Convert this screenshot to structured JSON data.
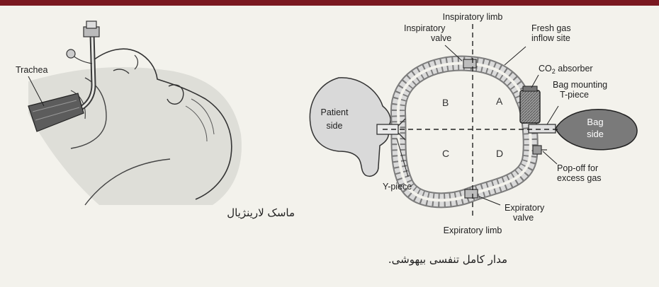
{
  "left_figure": {
    "trachea_label": "Trachea",
    "caption": "ماسک لارینژیال"
  },
  "right_figure": {
    "labels": {
      "inspiratory_limb": "Inspiratory limb",
      "inspiratory_valve_1": "Inspiratory",
      "inspiratory_valve_2": "valve",
      "fresh_gas_1": "Fresh gas",
      "fresh_gas_2": "inflow site",
      "co2_absorber_pre": "CO",
      "co2_absorber_sub": "2",
      "co2_absorber_post": " absorber",
      "bag_mounting_1": "Bag mounting",
      "bag_mounting_2": "T-piece",
      "patient_side_1": "Patient",
      "patient_side_2": "side",
      "bag_side_1": "Bag",
      "bag_side_2": "side",
      "pop_off_1": "Pop-off for",
      "pop_off_2": "excess gas",
      "y_piece": "Y-piece",
      "expiratory_valve_1": "Expiratory",
      "expiratory_valve_2": "valve",
      "expiratory_limb": "Expiratory limb",
      "quad_a": "A",
      "quad_b": "B",
      "quad_c": "C",
      "quad_d": "D"
    },
    "caption": "مدار کامل تنفسی بیهوشی."
  }
}
